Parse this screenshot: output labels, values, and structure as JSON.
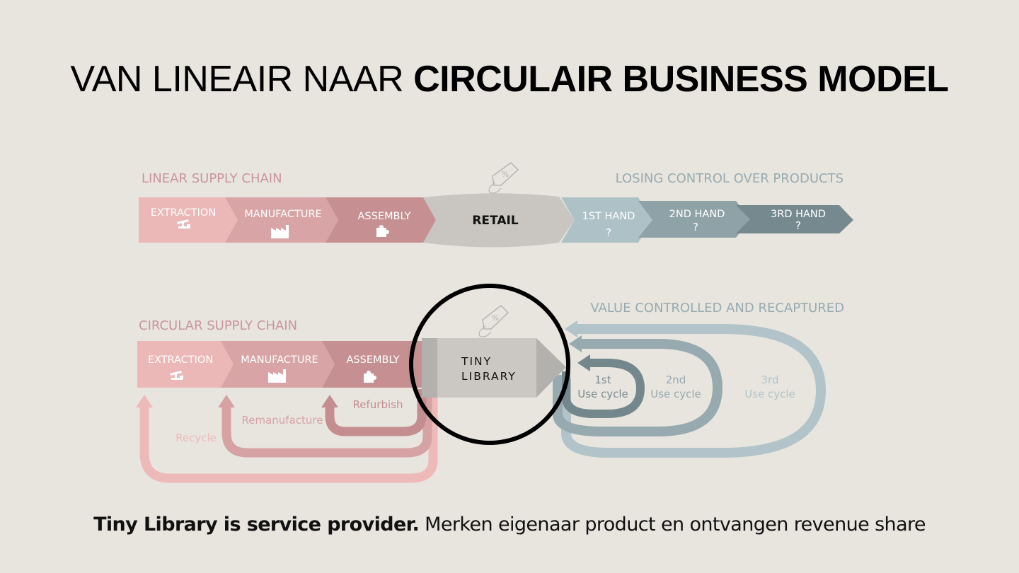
{
  "title": {
    "regular": "VAN LINEAIR NAAR ",
    "bold": "CIRCULAIR BUSINESS MODEL"
  },
  "linear": {
    "heading": "LINEAR SUPPLY CHAIN",
    "right_heading": "LOSING CONTROL OVER PRODUCTS",
    "steps": [
      "EXTRACTION",
      "MANUFACTURE",
      "ASSEMBLY"
    ],
    "retail": "RETAIL",
    "hands": [
      {
        "label": "1ST HAND",
        "mark": "?"
      },
      {
        "label": "2ND HAND",
        "mark": "?"
      },
      {
        "label": "3RD HAND",
        "mark": "?"
      }
    ],
    "tag_text": "%"
  },
  "circular": {
    "heading": "CIRCULAR SUPPLY CHAIN",
    "right_heading": "VALUE CONTROLLED AND RECAPTURED",
    "steps": [
      "EXTRACTION",
      "MANUFACTURE",
      "ASSEMBLY"
    ],
    "tiny_library": [
      "TINY",
      "LIBRARY"
    ],
    "loops": [
      "Refurbish",
      "Remanufacture",
      "Recycle"
    ],
    "cycles": [
      {
        "num": "1st",
        "label": "Use cycle"
      },
      {
        "num": "2nd",
        "label": "Use cycle"
      },
      {
        "num": "3rd",
        "label": "Use cycle"
      }
    ],
    "tag_text": "%"
  },
  "caption": {
    "bold": "Tiny Library is service provider.",
    "rest": " Merken eigenaar product en ontvangen revenue share"
  },
  "colors": {
    "background": "#e8e5df",
    "pink_light": "#e9b6b6",
    "pink_mid": "#d59e9e",
    "pink_dark": "#c48e8e",
    "retail_grey": "#c9c6c0",
    "blue_light": "#aec0c6",
    "blue_mid": "#8ea1a6",
    "blue_dark": "#74878c",
    "ring": "#000000"
  }
}
